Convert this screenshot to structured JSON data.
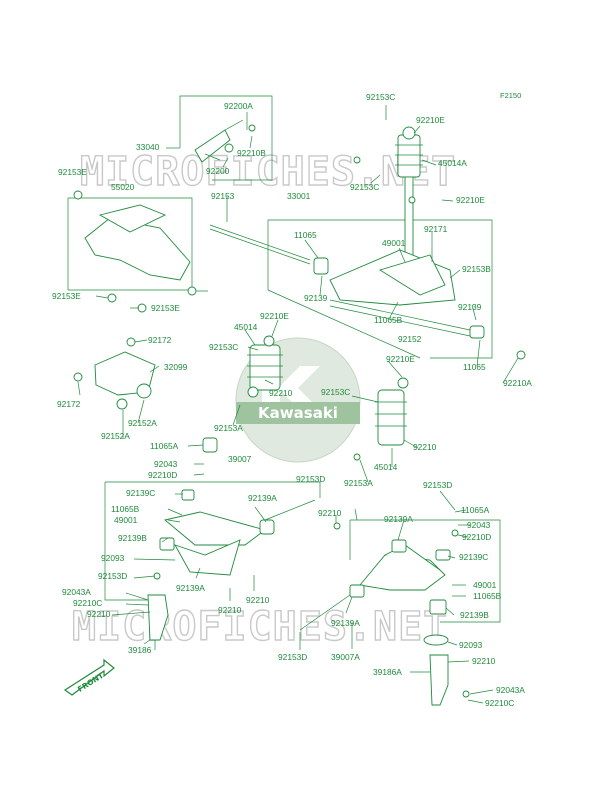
{
  "figure_ref": "F2150",
  "watermark_text": "MICROFICHES.NET",
  "brand_text": "Kawasaki",
  "front_label": "FRONT",
  "accent_color": "#1f8a3c",
  "part_labels": [
    "92153C",
    "92210E",
    "45014A",
    "92153C",
    "92210E",
    "92200A",
    "33040",
    "92210B",
    "92200",
    "92153E",
    "55020",
    "92153",
    "33001",
    "11065",
    "49001",
    "92171",
    "92153B",
    "92139",
    "92152",
    "11065B",
    "92139",
    "11065",
    "92210A",
    "92153E",
    "92153E",
    "92172",
    "92210E",
    "45014",
    "92153C",
    "32099",
    "92210",
    "92172",
    "92152A",
    "92152A",
    "92153A",
    "92153C",
    "11065A",
    "92210E",
    "92043",
    "92210D",
    "39007",
    "92153D",
    "92210",
    "45014",
    "92153A",
    "92139C",
    "92139A",
    "92153D",
    "11065B",
    "11065A",
    "49001",
    "92139A",
    "92043",
    "92210",
    "92210D",
    "92139B",
    "92093",
    "92139C",
    "92153D",
    "92139A",
    "49001",
    "92043A",
    "11065B",
    "92210C",
    "92210",
    "92210",
    "92139B",
    "92210",
    "92093",
    "92139A",
    "92153D",
    "39007A",
    "92210",
    "39186",
    "39186A",
    "92043A",
    "92210C"
  ]
}
